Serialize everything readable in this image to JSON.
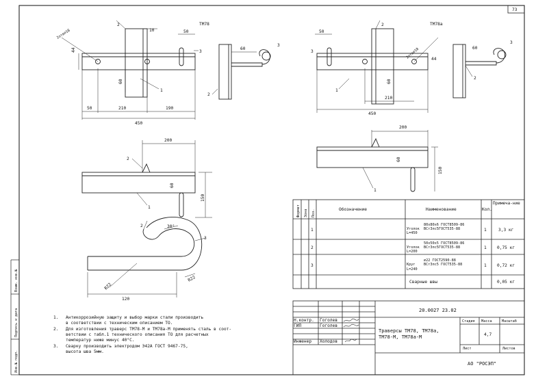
{
  "page_number": "73",
  "views": {
    "tm78_title": "ТМ78",
    "tm78a_title": "ТМ78а",
    "hole_note": "2отв⌀18",
    "dims": {
      "d10": "10",
      "d50": "50",
      "d44": "44",
      "d60": "60",
      "d50b": "50",
      "d210": "210",
      "d190": "190",
      "d450": "450",
      "d60a": "60",
      "d60b": "60",
      "d210b": "210",
      "d50c": "50",
      "d450b": "450",
      "d200": "200",
      "d60c": "60",
      "d150": "150",
      "d200b": "200",
      "d60d": "60",
      "d150b": "150",
      "d30": "30°",
      "r22a": "R22",
      "r22b": "R22",
      "d120": "120"
    },
    "leaders": {
      "p1": "1",
      "p2": "2",
      "p3": "3"
    }
  },
  "spec_table": {
    "headers": {
      "format": "Формат",
      "zone": "Зона",
      "pos": "Поз.",
      "designation": "Обозначение",
      "name": "Наименование",
      "qty": "Кол.",
      "note": "Примеча-ние"
    },
    "rows": [
      {
        "pos": "1",
        "name_top": "80х80х6 ГОСТ8509-86",
        "name_prefix": "Уголок",
        "name_bottom": "ВСт3пс5ГОСТ535-88",
        "name_len": "L=450",
        "qty": "1",
        "note": "3,3 кг"
      },
      {
        "pos": "2",
        "name_top": "50х50х5 ГОСТ8509-86",
        "name_prefix": "Уголок",
        "name_bottom": "ВСт3пс5ГОСТ535-88",
        "name_len": "L=200",
        "qty": "1",
        "note": "0,75 кг"
      },
      {
        "pos": "3",
        "name_top": "⌀22 ГОСТ2590-88",
        "name_prefix": "Круг",
        "name_bottom": "ВСт3пс5 ГОСТ535-88",
        "name_len": "L=240",
        "qty": "1",
        "note": "0,72 кг"
      },
      {
        "pos": "",
        "name_top": "Сварные швы",
        "name_prefix": "",
        "name_bottom": "",
        "name_len": "",
        "qty": "",
        "note": "0,05 кг"
      }
    ]
  },
  "notes": [
    {
      "num": "1.",
      "text": "Антикоррозийную защиту и выбор марки стали производить"
    },
    {
      "num": "",
      "text": "в соответствии с техническим описанием ТО."
    },
    {
      "num": "2.",
      "text": "Для изготовления траверс ТМ78-М и ТМ78а-М применять сталь в соот-"
    },
    {
      "num": "",
      "text": "ветствии с табл.1 технического описания ТО для расчетных"
    },
    {
      "num": "",
      "text": "температур ниже минус 40°С."
    },
    {
      "num": "3.",
      "text": "Сварку производить электродом Э42А ГОСТ 9467-75,"
    },
    {
      "num": "",
      "text": "высота шва 5мм."
    }
  ],
  "title_block": {
    "doc_code": "20.0027 23.02",
    "roles": [
      {
        "role": "Н.контр.",
        "name": "Гоголев"
      },
      {
        "role": "ГИП",
        "name": "Гоголев"
      },
      {
        "role": "",
        "name": ""
      },
      {
        "role": "Инженер",
        "name": "Холодов"
      }
    ],
    "title": "Траверсы ТМ78, ТМ78а,",
    "title2": "ТМ78-М, ТМ78а-М",
    "stage_label": "Стадия",
    "mass_label": "Масса",
    "scale_label": "Масштаб",
    "mass_value": "4,7",
    "sheet_label": "Лист",
    "sheets_label": "Листов",
    "company": "АО \"РОСЭП\""
  },
  "side_labels": {
    "inv_orig": "Инв.№ подл.",
    "sign_date": "Подпись и дата",
    "replace_inv": "Взам. инв.№"
  }
}
